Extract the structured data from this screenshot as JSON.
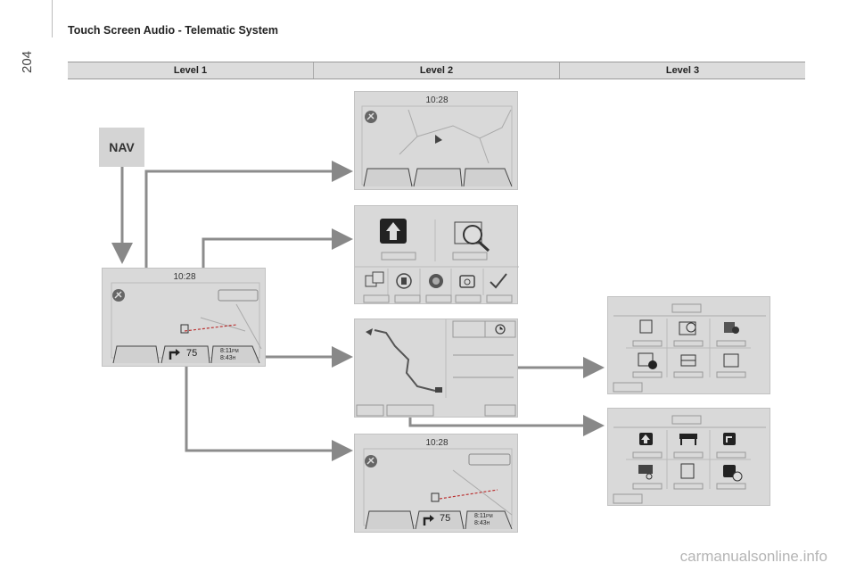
{
  "page_number": "204",
  "title": "Touch Screen Audio - Telematic System",
  "levels": [
    "Level 1",
    "Level 2",
    "Level 3"
  ],
  "nav_button": "NAV",
  "screens": {
    "level1_nav": {
      "clock": "10:28",
      "distance": "75",
      "time_pm": "8:11",
      "pm": "PM",
      "duration": "8:43",
      "h": "H"
    },
    "level2_map": {
      "clock": "10:28"
    },
    "level2_guidance": {
      "clock": "10:28",
      "distance": "75",
      "time_pm": "8:11",
      "pm": "PM",
      "duration": "8:43",
      "h": "H"
    }
  },
  "watermark": "carmanualsonline.info",
  "icons": [
    "compass-icon",
    "arrow-up-icon",
    "map-search-icon",
    "ab-route-icon",
    "poi-icon",
    "settings-dial-icon",
    "camera-icon",
    "checkmark-icon",
    "history-clock-icon",
    "flag-icon",
    "roadworks-icon",
    "turn-icon",
    "info-icon",
    "timer-icon"
  ]
}
